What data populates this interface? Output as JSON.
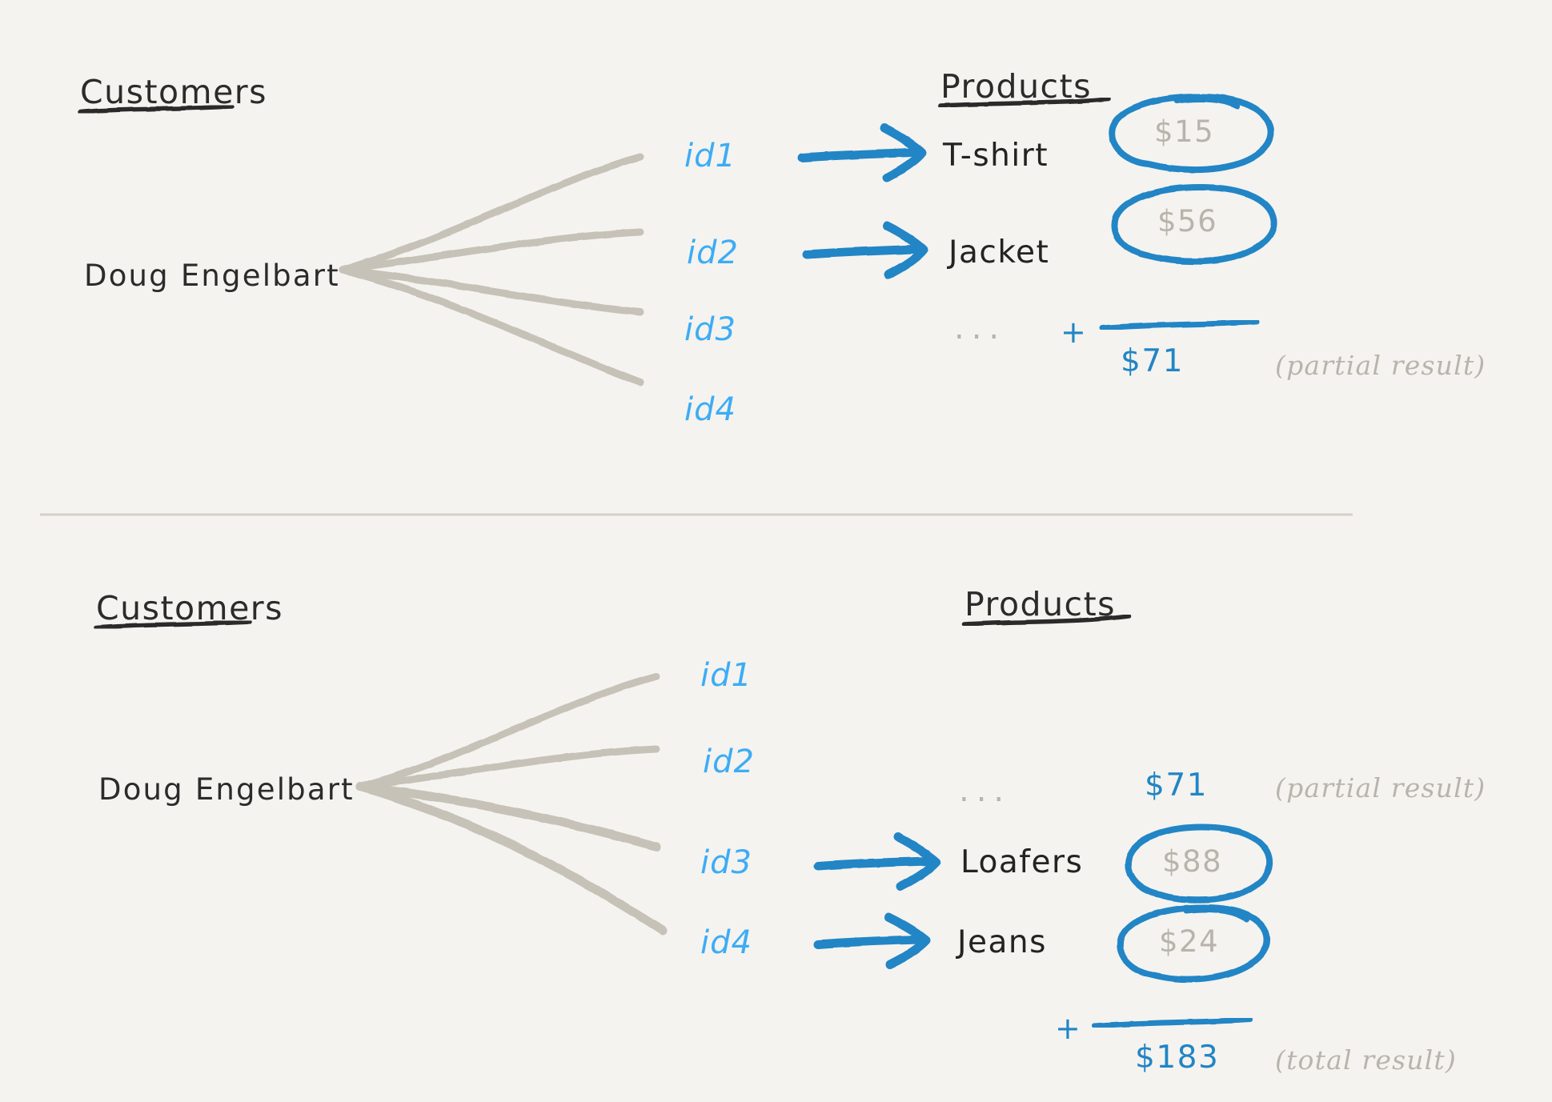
{
  "background_color": "#f4f3ef",
  "colors": {
    "ink": "#2b2b2b",
    "id_blue": "#3dacf5",
    "accent_blue": "#2185c5",
    "muted_gray": "#b8b4ac",
    "fan_gray": "#c6c2b8",
    "divider": "#d4d0c7"
  },
  "panels": [
    {
      "id": "top-panel",
      "customers_heading": "Customers",
      "products_heading": "Products",
      "customer_name": "Doug Engelbart",
      "ids": [
        "id1",
        "id2",
        "id3",
        "id4"
      ],
      "rows": [
        {
          "id": "id1",
          "product": "T-shirt",
          "price": "$15",
          "has_arrow": true,
          "circled": true
        },
        {
          "id": "id2",
          "product": "Jacket",
          "price": "$56",
          "has_arrow": true,
          "circled": true
        },
        {
          "id": "id3",
          "product": "",
          "price": "",
          "has_arrow": false,
          "circled": false
        },
        {
          "id": "id4",
          "product": "",
          "price": "",
          "has_arrow": false,
          "circled": false
        }
      ],
      "ellipsis": "...",
      "plus_sign": "+",
      "sum_value": "$71",
      "sum_note": "(partial result)"
    },
    {
      "id": "bottom-panel",
      "customers_heading": "Customers",
      "products_heading": "Products",
      "customer_name": "Doug Engelbart",
      "ids": [
        "id1",
        "id2",
        "id3",
        "id4"
      ],
      "rows": [
        {
          "id": "id1",
          "product": "",
          "price": "",
          "has_arrow": false,
          "circled": false
        },
        {
          "id": "id2",
          "product": "",
          "price": "",
          "has_arrow": false,
          "circled": false
        },
        {
          "id": "id3",
          "product": "Loafers",
          "price": "$88",
          "has_arrow": true,
          "circled": true
        },
        {
          "id": "id4",
          "product": "Jeans",
          "price": "$24",
          "has_arrow": true,
          "circled": true
        }
      ],
      "ellipsis": "...",
      "carried_value": "$71",
      "carried_note": "(partial result)",
      "plus_sign": "+",
      "sum_value": "$183",
      "sum_note": "(total result)"
    }
  ]
}
